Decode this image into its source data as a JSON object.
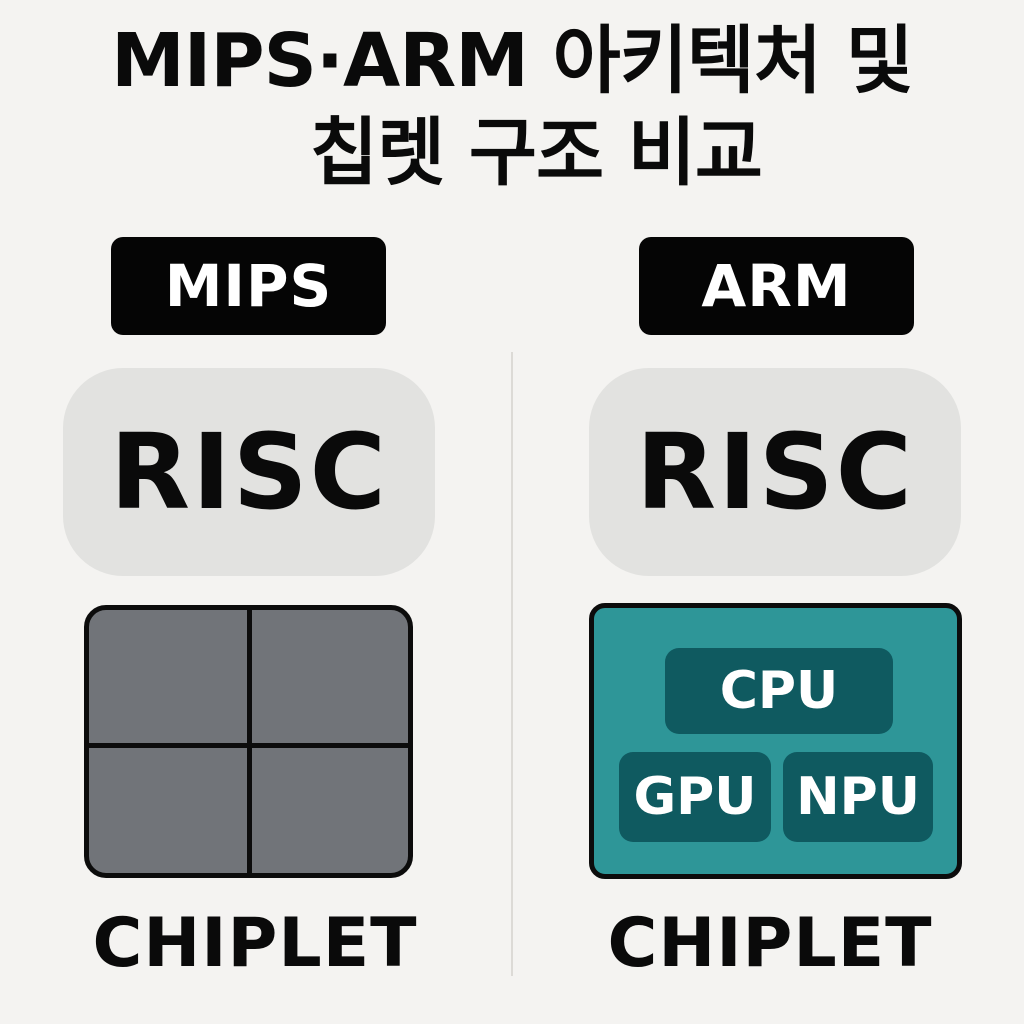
{
  "title": {
    "line1": "MIPS·ARM 아키텍처 및",
    "line2": "칩렛 구조 비교"
  },
  "left": {
    "header": "MIPS",
    "isa": "RISC",
    "caption": "CHIPLET"
  },
  "right": {
    "header": "ARM",
    "isa": "RISC",
    "blocks": {
      "cpu": "CPU",
      "gpu": "GPU",
      "npu": "NPU"
    },
    "caption": "CHIPLET"
  },
  "colors": {
    "background": "#f4f3f1",
    "pill": "#050505",
    "risc_box": "#e2e2e0",
    "chiplet_gray": "#717479",
    "chiplet_teal": "#2e9698",
    "block_dark_teal": "#0f5a60"
  }
}
